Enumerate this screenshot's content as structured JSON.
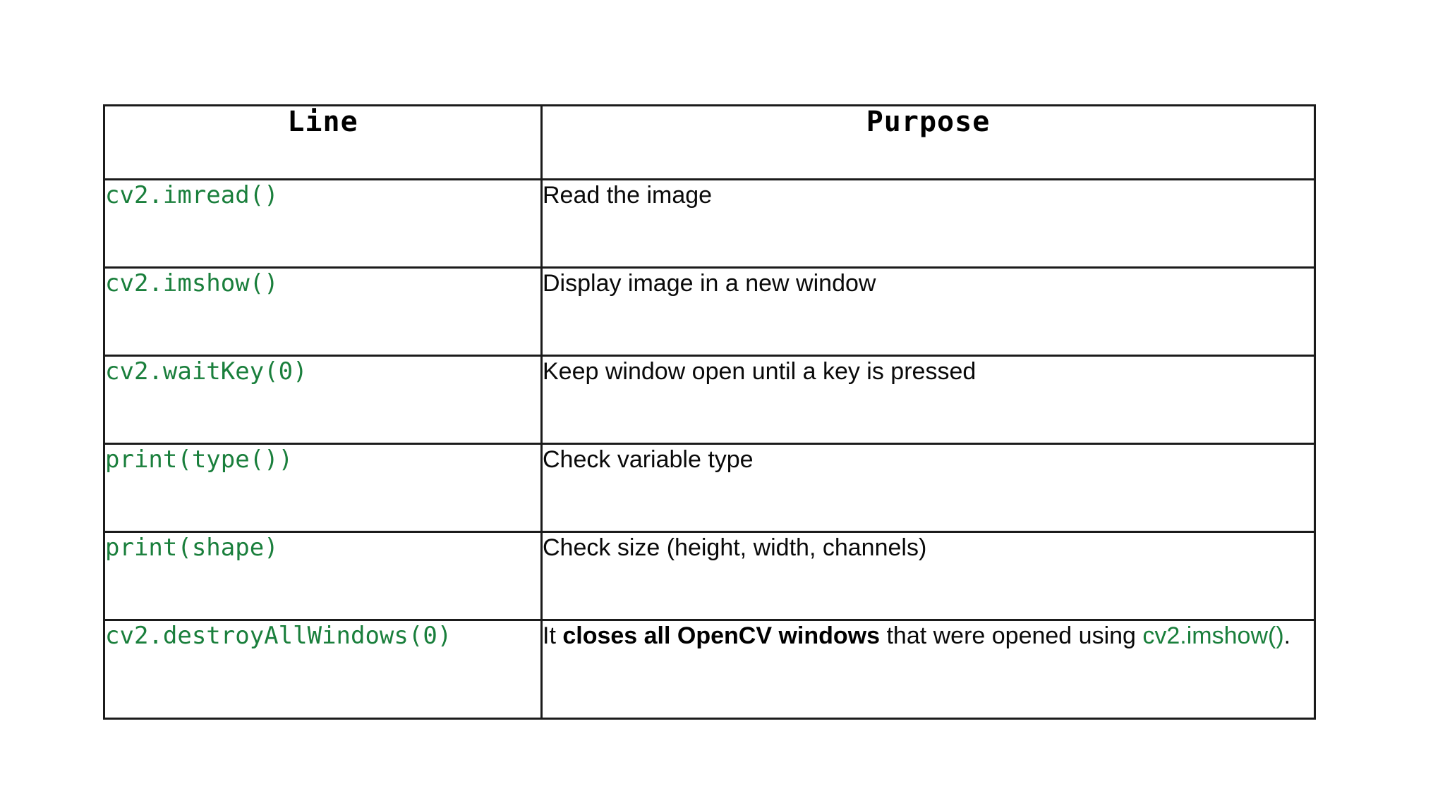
{
  "page": {
    "background_color": "#ffffff",
    "title": "OpenCV Functions Reference Table"
  },
  "table": {
    "border_color": "#1b1b1b",
    "code_color": "#1a7f3c",
    "text_color": "#0a0a0a",
    "headers": {
      "line": "Line",
      "purpose": "Purpose"
    },
    "rows": [
      {
        "line": "cv2.imread()",
        "purpose": "Read the image"
      },
      {
        "line": "cv2.imshow()",
        "purpose": "Display image in a new window"
      },
      {
        "line": "cv2.waitKey(0)",
        "purpose": "Keep window open until a key is pressed"
      },
      {
        "line": "print(type())",
        "purpose": "Check variable type"
      },
      {
        "line": "print(shape)",
        "purpose": "Check size (height, width, channels)"
      },
      {
        "line": "cv2.destroyAllWindows(0)",
        "purpose_parts": {
          "lead": "It ",
          "bold": "closes all OpenCV windows",
          "mid": " that were opened using ",
          "code": "cv2.imshow()",
          "tail": "."
        }
      }
    ]
  }
}
